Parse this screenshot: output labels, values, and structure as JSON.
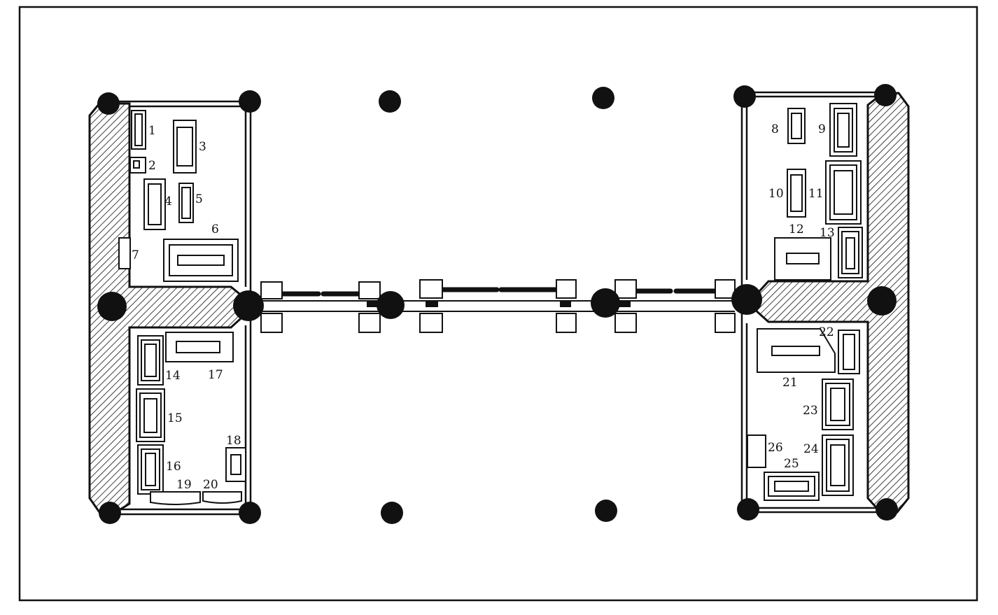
{
  "equipment_labels": [
    "1",
    "2",
    "3",
    "4",
    "5",
    "6",
    "7",
    "8",
    "9",
    "10",
    "11",
    "12",
    "13",
    "14",
    "15",
    "16",
    "17",
    "18",
    "19",
    "20",
    "21",
    "22",
    "23",
    "24",
    "25",
    "26"
  ],
  "colors": {
    "line": "#111111",
    "background": "#ffffff"
  }
}
